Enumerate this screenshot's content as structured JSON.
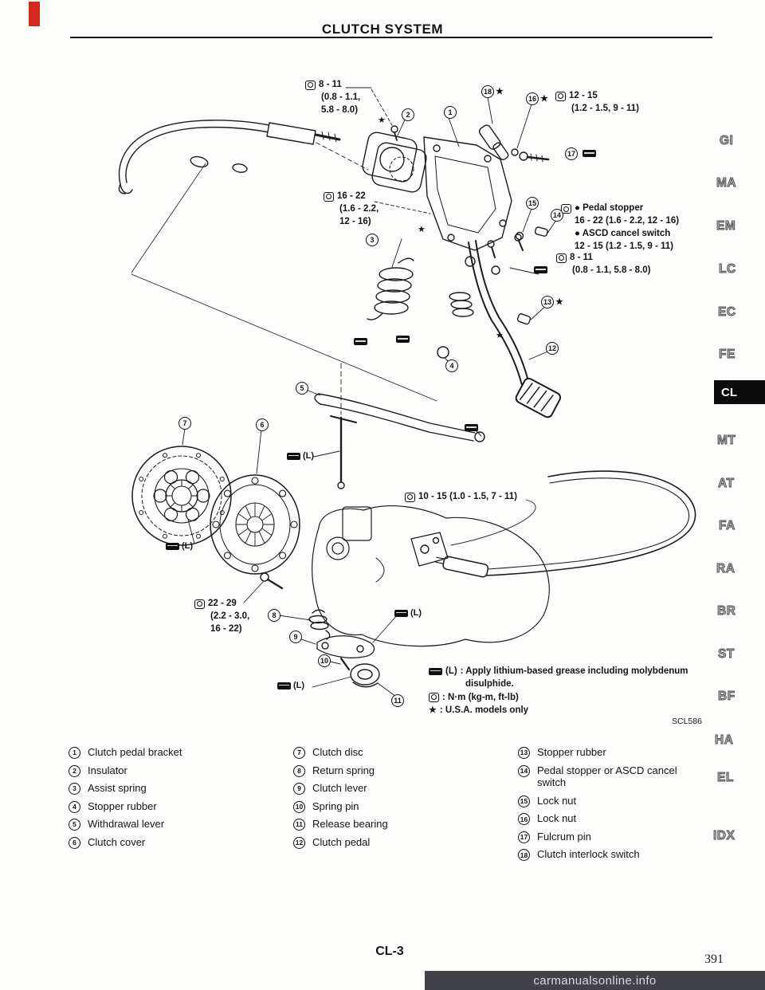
{
  "page": {
    "title": "CLUTCH SYSTEM",
    "footer_code": "CL-3",
    "page_number": "391",
    "watermark": "carmanualsonline.info",
    "figure_code": "SCL586"
  },
  "sidebar": {
    "active": "CL",
    "items": [
      {
        "label": "GI"
      },
      {
        "label": "MA"
      },
      {
        "label": "EM"
      },
      {
        "label": "LC"
      },
      {
        "label": "EC"
      },
      {
        "label": "FE"
      },
      {
        "label": "CL"
      },
      {
        "label": "MT"
      },
      {
        "label": "AT"
      },
      {
        "label": "FA"
      },
      {
        "label": "RA"
      },
      {
        "label": "BR"
      },
      {
        "label": "ST"
      },
      {
        "label": "BF"
      },
      {
        "label": "HA"
      },
      {
        "label": "EL"
      },
      {
        "label": "IDX"
      }
    ]
  },
  "diagram": {
    "star": "★",
    "grease_l": "(L)",
    "callouts": [
      {
        "n": "2"
      },
      {
        "n": "1"
      },
      {
        "n": "18",
        "star": "★"
      },
      {
        "n": "16",
        "star": "★"
      },
      {
        "n": "17"
      },
      {
        "n": "3"
      },
      {
        "n": "15"
      },
      {
        "n": "14"
      },
      {
        "n": "13",
        "star": "★"
      },
      {
        "n": "12"
      },
      {
        "n": "4"
      },
      {
        "n": "5"
      },
      {
        "n": "7"
      },
      {
        "n": "6"
      },
      {
        "n": "8"
      },
      {
        "n": "9"
      },
      {
        "n": "10"
      },
      {
        "n": "11"
      }
    ],
    "torque_specs": [
      {
        "l1": "8 - 11",
        "l2": "(0.8 - 1.1,",
        "l3": "5.8 - 8.0)"
      },
      {
        "l1": "12 - 15",
        "l2": "(1.2 - 1.5, 9 - 11)"
      },
      {
        "l1": "16 - 22",
        "l2": "(1.6 - 2.2,",
        "l3": "12 - 16)"
      },
      {
        "l1": "8 - 11",
        "l2": "(0.8 - 1.1, 5.8 - 8.0)"
      },
      {
        "l1": "10 - 15 (1.0 - 1.5, 7 - 11)"
      },
      {
        "l1": "22 - 29",
        "l2": "(2.2 - 3.0,",
        "l3": "16 - 22)"
      }
    ],
    "pedal_stopper_block": {
      "line1": "● Pedal stopper",
      "line2": "16 - 22 (1.6 - 2.2, 12 - 16)",
      "line3": "● ASCD cancel switch",
      "line4": "12 - 15 (1.2 - 1.5, 9 - 11)"
    },
    "legend": {
      "grease_text1": ": Apply lithium-based grease including molybdenum",
      "grease_text2": "disulphide.",
      "torque_text": ": N·m (kg-m, ft-lb)",
      "star_text": ": U.S.A. models only"
    }
  },
  "parts": {
    "col1": [
      {
        "num": "1",
        "label": "Clutch pedal bracket"
      },
      {
        "num": "2",
        "label": "Insulator"
      },
      {
        "num": "3",
        "label": "Assist spring"
      },
      {
        "num": "4",
        "label": "Stopper rubber"
      },
      {
        "num": "5",
        "label": "Withdrawal lever"
      },
      {
        "num": "6",
        "label": "Clutch cover"
      }
    ],
    "col2": [
      {
        "num": "7",
        "label": "Clutch disc"
      },
      {
        "num": "8",
        "label": "Return spring"
      },
      {
        "num": "9",
        "label": "Clutch lever"
      },
      {
        "num": "10",
        "label": "Spring pin"
      },
      {
        "num": "11",
        "label": "Release bearing"
      },
      {
        "num": "12",
        "label": "Clutch pedal"
      }
    ],
    "col3": [
      {
        "num": "13",
        "label": "Stopper rubber"
      },
      {
        "num": "14",
        "label": "Pedal stopper or ASCD cancel switch"
      },
      {
        "num": "15",
        "label": "Lock nut"
      },
      {
        "num": "16",
        "label": "Lock nut"
      },
      {
        "num": "17",
        "label": "Fulcrum pin"
      },
      {
        "num": "18",
        "label": "Clutch interlock switch"
      }
    ]
  }
}
